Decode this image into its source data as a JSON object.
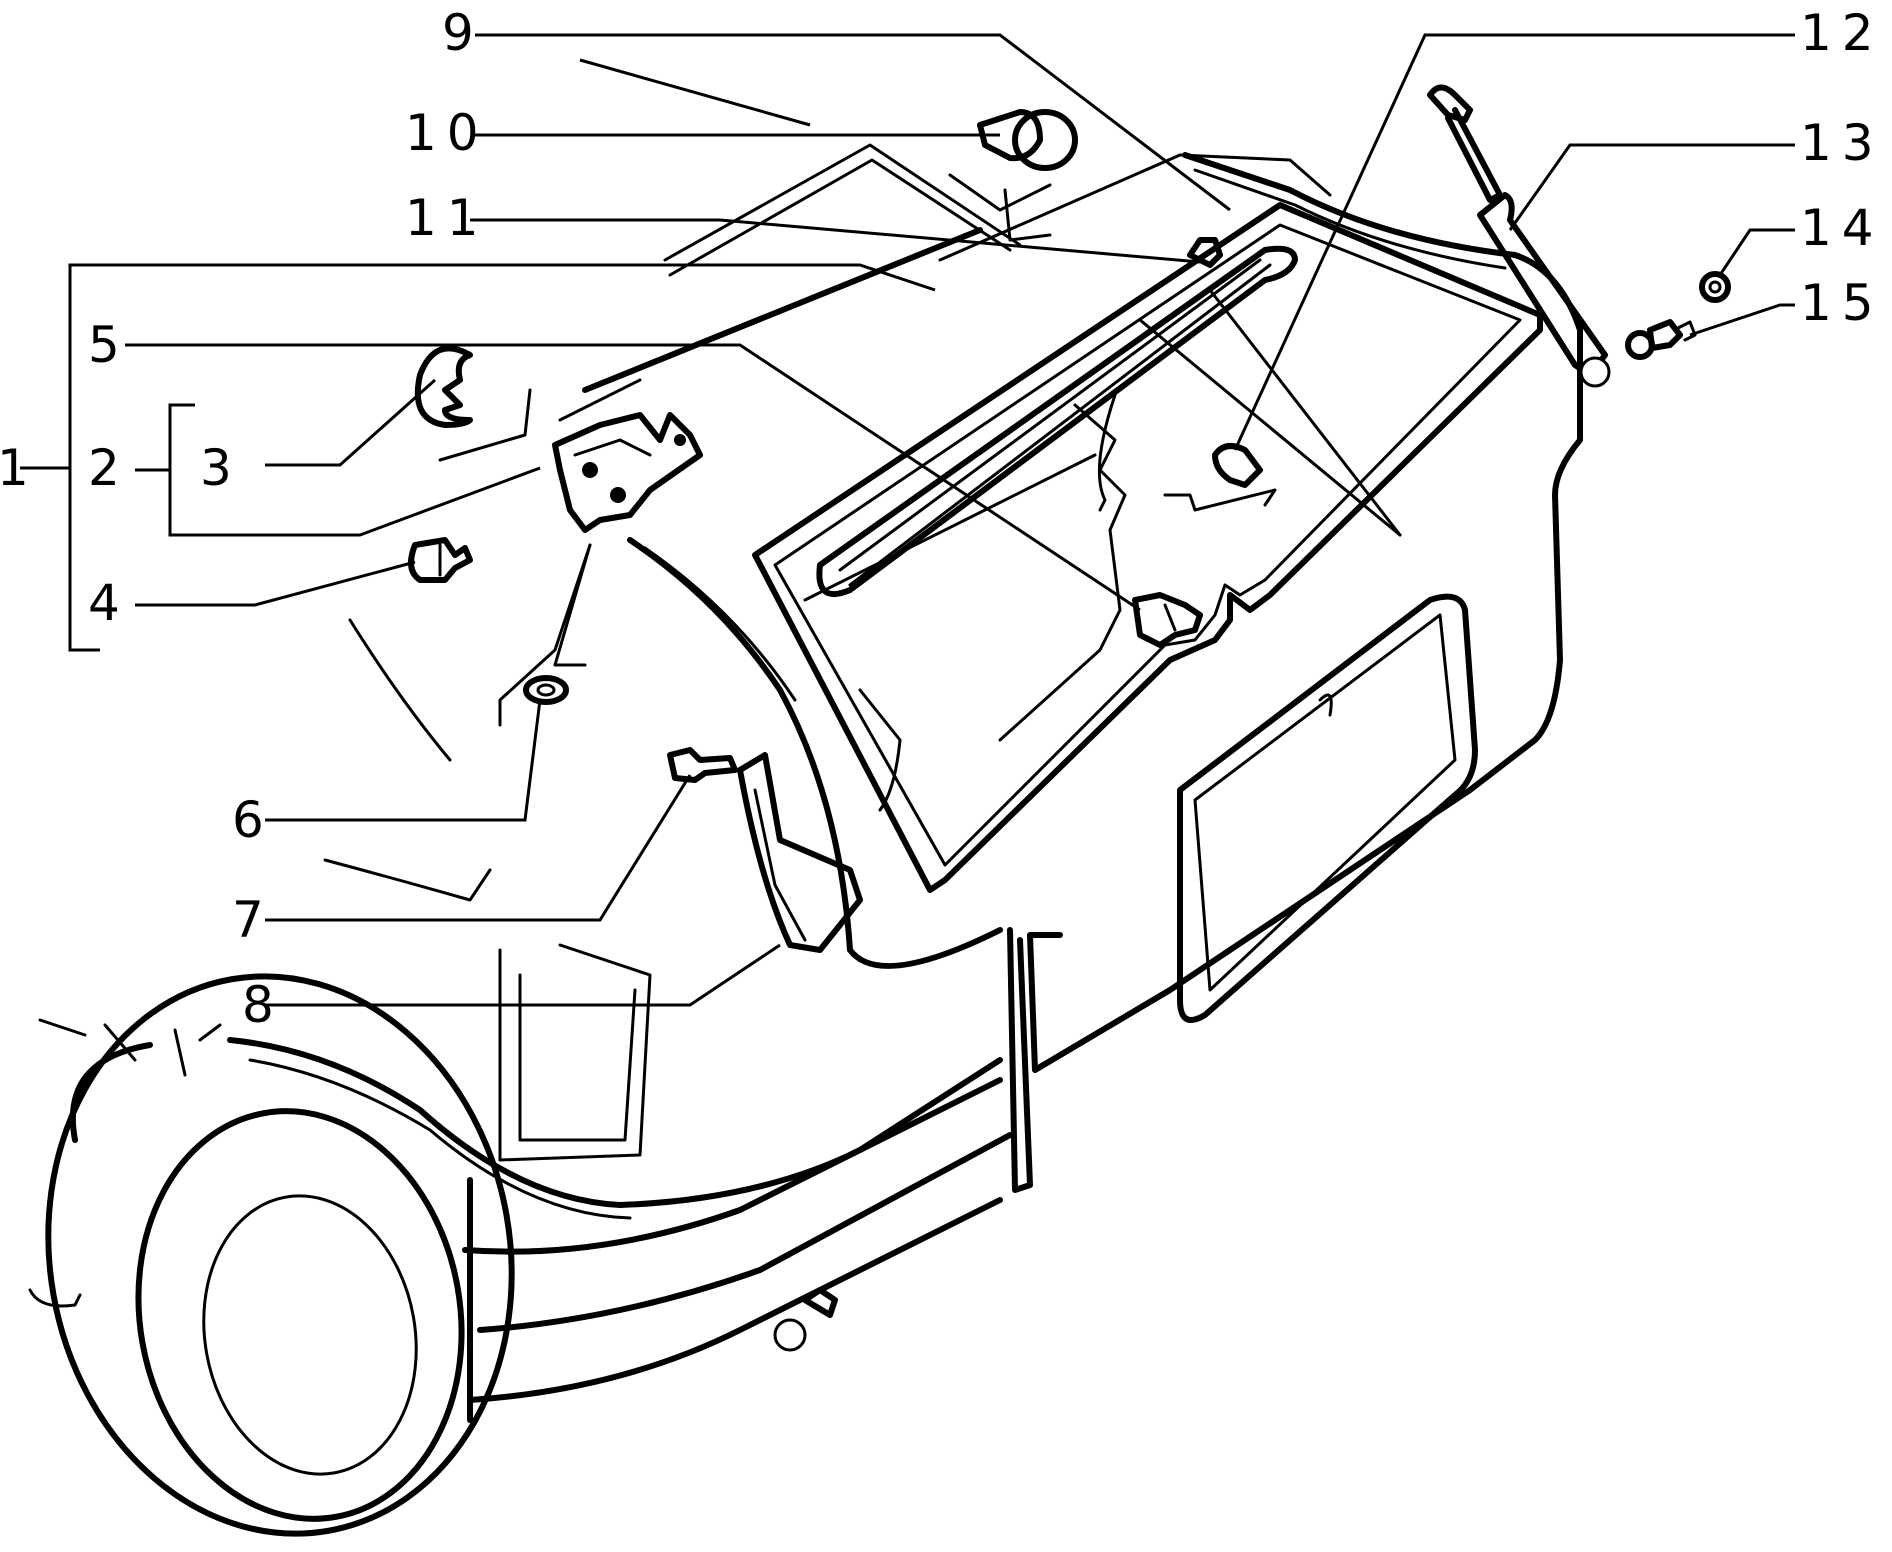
{
  "diagram": {
    "line_color": "#000000",
    "background": "#ffffff",
    "callouts": [
      {
        "id": "c1",
        "label": "1"
      },
      {
        "id": "c2",
        "label": "2"
      },
      {
        "id": "c3",
        "label": "3"
      },
      {
        "id": "c4",
        "label": "4"
      },
      {
        "id": "c5",
        "label": "5"
      },
      {
        "id": "c6",
        "label": "6"
      },
      {
        "id": "c7",
        "label": "7"
      },
      {
        "id": "c8",
        "label": "8"
      },
      {
        "id": "c9",
        "label": "9"
      },
      {
        "id": "c10",
        "label": "10"
      },
      {
        "id": "c11",
        "label": "11"
      },
      {
        "id": "c12",
        "label": "12"
      },
      {
        "id": "c13",
        "label": "13"
      },
      {
        "id": "c14",
        "label": "14"
      },
      {
        "id": "c15",
        "label": "15"
      }
    ]
  }
}
